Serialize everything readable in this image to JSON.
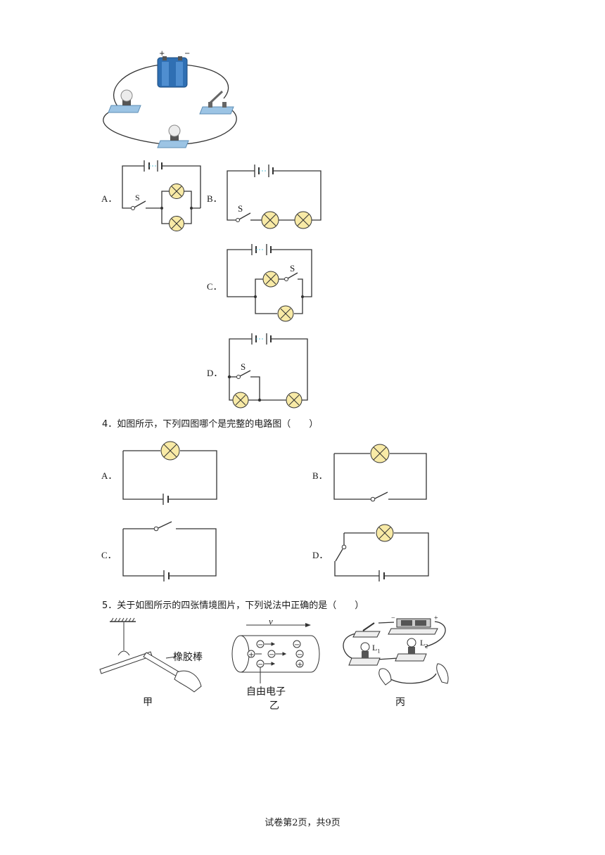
{
  "circuit_labels": {
    "opt_a": "A．",
    "opt_b": "B．",
    "opt_c": "C．",
    "opt_d": "D．",
    "switch_s": "S"
  },
  "q4": {
    "text": "4．如图所示，下列四图哪个是完整的电路图（　　）",
    "opt_a": "A．",
    "opt_b": "B．",
    "opt_c": "C．",
    "opt_d": "D．"
  },
  "q5": {
    "text": "5．关于如图所示的四张情境图片，下列说法中正确的是（　　）",
    "rubber_rod": "橡胶棒",
    "free_electron": "自由电子",
    "velocity": "v",
    "cap_jia": "甲",
    "cap_yi": "乙",
    "cap_bing": "丙",
    "l1": "L",
    "l1_sub": "1",
    "l2": "L",
    "l2_sub": "2",
    "plus": "+",
    "minus": "−"
  },
  "footer": "试卷第2页，共9页",
  "colors": {
    "lamp_fill": "#f8eaa6",
    "battery_blue": "#2f6fb3",
    "base_blue": "#9cc4e4"
  }
}
